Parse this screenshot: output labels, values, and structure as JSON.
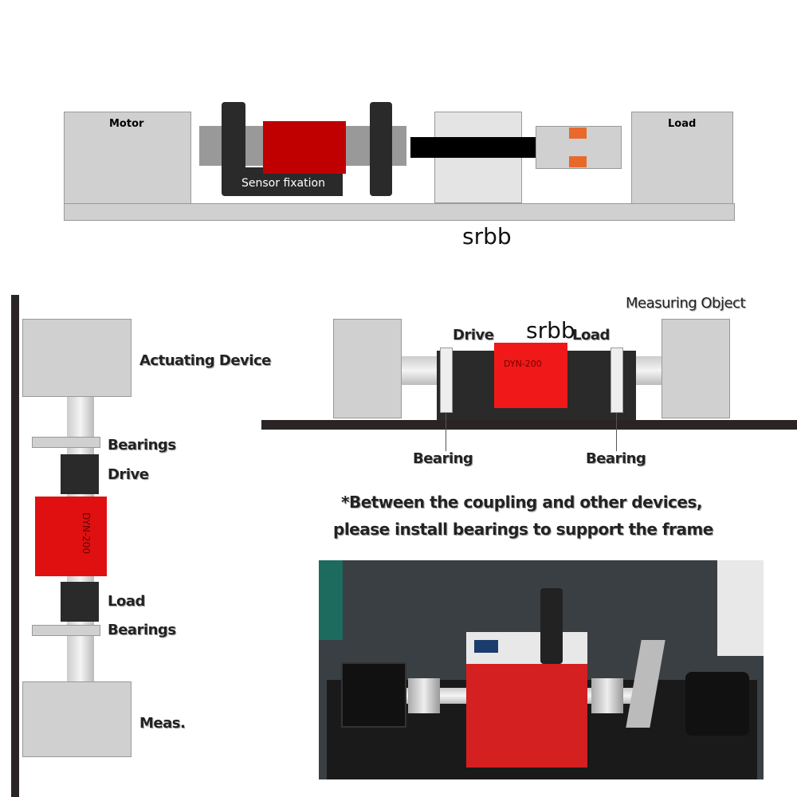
{
  "top_diagram": {
    "motor_label": "Motor",
    "load_label": "Load",
    "sensor_label": "Sensor fixation",
    "watermark": "srbb"
  },
  "side_diagram": {
    "measuring_label": "Measuring Object",
    "drive_label": "Drive",
    "load_label": "Load",
    "watermark": "srbb",
    "sensor_model": "DYN-200",
    "bearing_left": "Bearing",
    "bearing_right": "Bearing"
  },
  "vertical_diagram": {
    "actuating_label": "Actuating Device",
    "bearings_top": "Bearings",
    "drive_label": "Drive",
    "sensor_model": "DYN-200",
    "load_label": "Load",
    "bearings_bottom": "Bearings",
    "meas_label": "Meas."
  },
  "note": {
    "line1": "*Between the coupling and other devices,",
    "line2": "please install bearings to support the frame"
  },
  "colors": {
    "sensor_red": "#e01010",
    "frame": "#2a2a2a"
  }
}
